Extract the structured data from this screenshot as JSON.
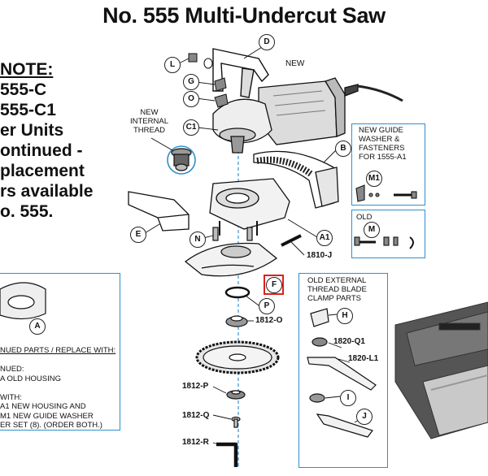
{
  "title": "No. 555 Multi-Undercut Saw",
  "note": {
    "heading": "NOTE:",
    "lines": [
      "555-C",
      "555-C1",
      "er Units",
      "ontinued -",
      "placement",
      "rs available",
      "o. 555."
    ]
  },
  "labels": {
    "new": "NEW",
    "new_internal_thread": [
      "NEW",
      "INTERNAL",
      "THREAD"
    ],
    "new_guide_box": [
      "NEW GUIDE",
      "WASHER &",
      "FASTENERS",
      "FOR 1555-A1"
    ],
    "old": "OLD",
    "old_external_box": [
      "OLD EXTERNAL",
      "THREAD BLADE",
      "CLAMP PARTS"
    ]
  },
  "callouts": {
    "D": "D",
    "L": "L",
    "G": "G",
    "O": "O",
    "C1": "C1",
    "B": "B",
    "E": "E",
    "N": "N",
    "A1": "A1",
    "F": "F",
    "P": "P",
    "M1": "M1",
    "M": "M",
    "H": "H",
    "I": "I",
    "J": "J",
    "A": "A"
  },
  "part_numbers": {
    "p1810J": "1810-J",
    "p1812O": "1812-O",
    "p1812P": "1812-P",
    "p1812Q": "1812-Q",
    "p1812R": "1812-R",
    "p1820Q1": "1820-Q1",
    "p1820L1": "1820-L1"
  },
  "discontinued": {
    "lines": [
      "NUED PARTS / REPLACE WITH:",
      "",
      "NUED:",
      "A OLD HOUSING",
      "",
      "WITH:",
      "A1 NEW HOUSING AND",
      "M1 NEW GUIDE WASHER",
      "ER SET (8).  (ORDER BOTH.)"
    ]
  },
  "colors": {
    "accent_box": "#2f8fcc",
    "highlight": "#e0201c",
    "axis": "#3a8fd0"
  }
}
